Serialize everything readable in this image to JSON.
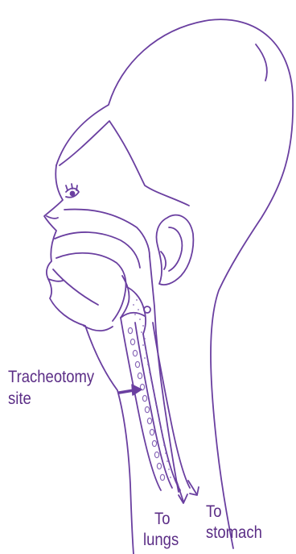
{
  "labels": {
    "tracheotomy_line1": "Tracheotomy",
    "tracheotomy_line2": "site",
    "lungs_line1": "To",
    "lungs_line2": "lungs",
    "stomach_line1": "To",
    "stomach_line2": "stomach"
  },
  "colors": {
    "line": "#6a3fa0",
    "label": "#5b2d86",
    "dots": "#8a6ab8"
  }
}
